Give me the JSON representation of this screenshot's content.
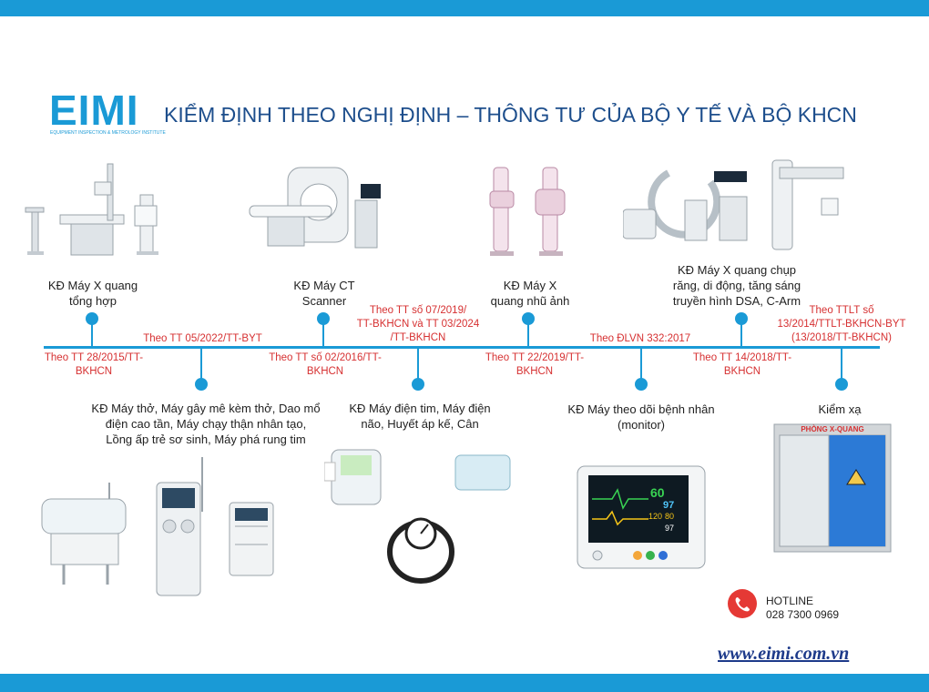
{
  "header": {
    "logo_text": "EIMI",
    "logo_subtitle": "EQUIPMENT INSPECTION & METROLOGY INSTITUTE",
    "title": "KIỂM ĐỊNH THEO NGHỊ ĐỊNH – THÔNG TƯ CỦA BỘ Y TẾ VÀ BỘ KHCN"
  },
  "top_captions": [
    [
      "KĐ Máy X quang",
      "tổng hợp"
    ],
    [
      "KĐ Máy CT",
      "Scanner"
    ],
    [
      "KĐ Máy X",
      "quang nhũ ảnh"
    ],
    [
      "KĐ Máy X quang chụp",
      "răng, di động, tăng sáng",
      "truyền hình DSA, C-Arm"
    ]
  ],
  "bottom_captions": [
    [
      "KĐ Máy thở, Máy gây mê kèm thở, Dao mổ",
      "điện cao tần, Máy chạy thận nhân tạo,",
      "Lồng ấp trẻ sơ sinh, Máy phá rung tim"
    ],
    [
      "KĐ Máy điện tim, Máy điện",
      "não, Huyết áp kế, Cân"
    ],
    [
      "KĐ Máy theo dõi bệnh nhân",
      "(monitor)"
    ],
    [
      "Kiểm xạ"
    ]
  ],
  "above_line_regs": [
    [
      "Theo TT 05/2022/TT-BYT"
    ],
    [
      "Theo TT số 07/2019/",
      "TT-BKHCN và TT 03/2024",
      "/TT-BKHCN"
    ],
    [
      "Theo ĐLVN 332:2017"
    ],
    [
      "Theo TTLT số",
      "13/2014/TTLT-BKHCN-BYT",
      "(13/2018/TT-BKHCN)"
    ]
  ],
  "below_line_regs": [
    [
      "Theo TT 28/2015/TT-",
      "BKHCN"
    ],
    [
      "Theo TT số 02/2016/TT-",
      "BKHCN"
    ],
    [
      "Theo TT 22/2019/TT-",
      "BKHCN"
    ],
    [
      "Theo TT 14/2018/TT-",
      "BKHCN"
    ]
  ],
  "door_sign": "PHÒNG X-QUANG",
  "monitor_readouts": [
    "60",
    "97",
    "120",
    "80",
    "97"
  ],
  "hotline": {
    "label": "HOTLINE",
    "phone": "028 7300 0969"
  },
  "website": "www.eimi.com.vn",
  "colors": {
    "brand_blue": "#1a9ad6",
    "regulation_red": "#d63031",
    "title_blue": "#1d4e8c",
    "hotline_red": "#e53935"
  },
  "icons": [
    "x-ray-machine-icon",
    "ct-scanner-icon",
    "mammography-icon",
    "c-arm-dental-xray-icon",
    "incubator-icon",
    "dialysis-machine-icon",
    "anesthesia-machine-icon",
    "ecg-machine-icon",
    "eeg-device-icon",
    "sphygmomanometer-icon",
    "patient-monitor-icon",
    "x-ray-room-door-icon",
    "phone-icon"
  ]
}
